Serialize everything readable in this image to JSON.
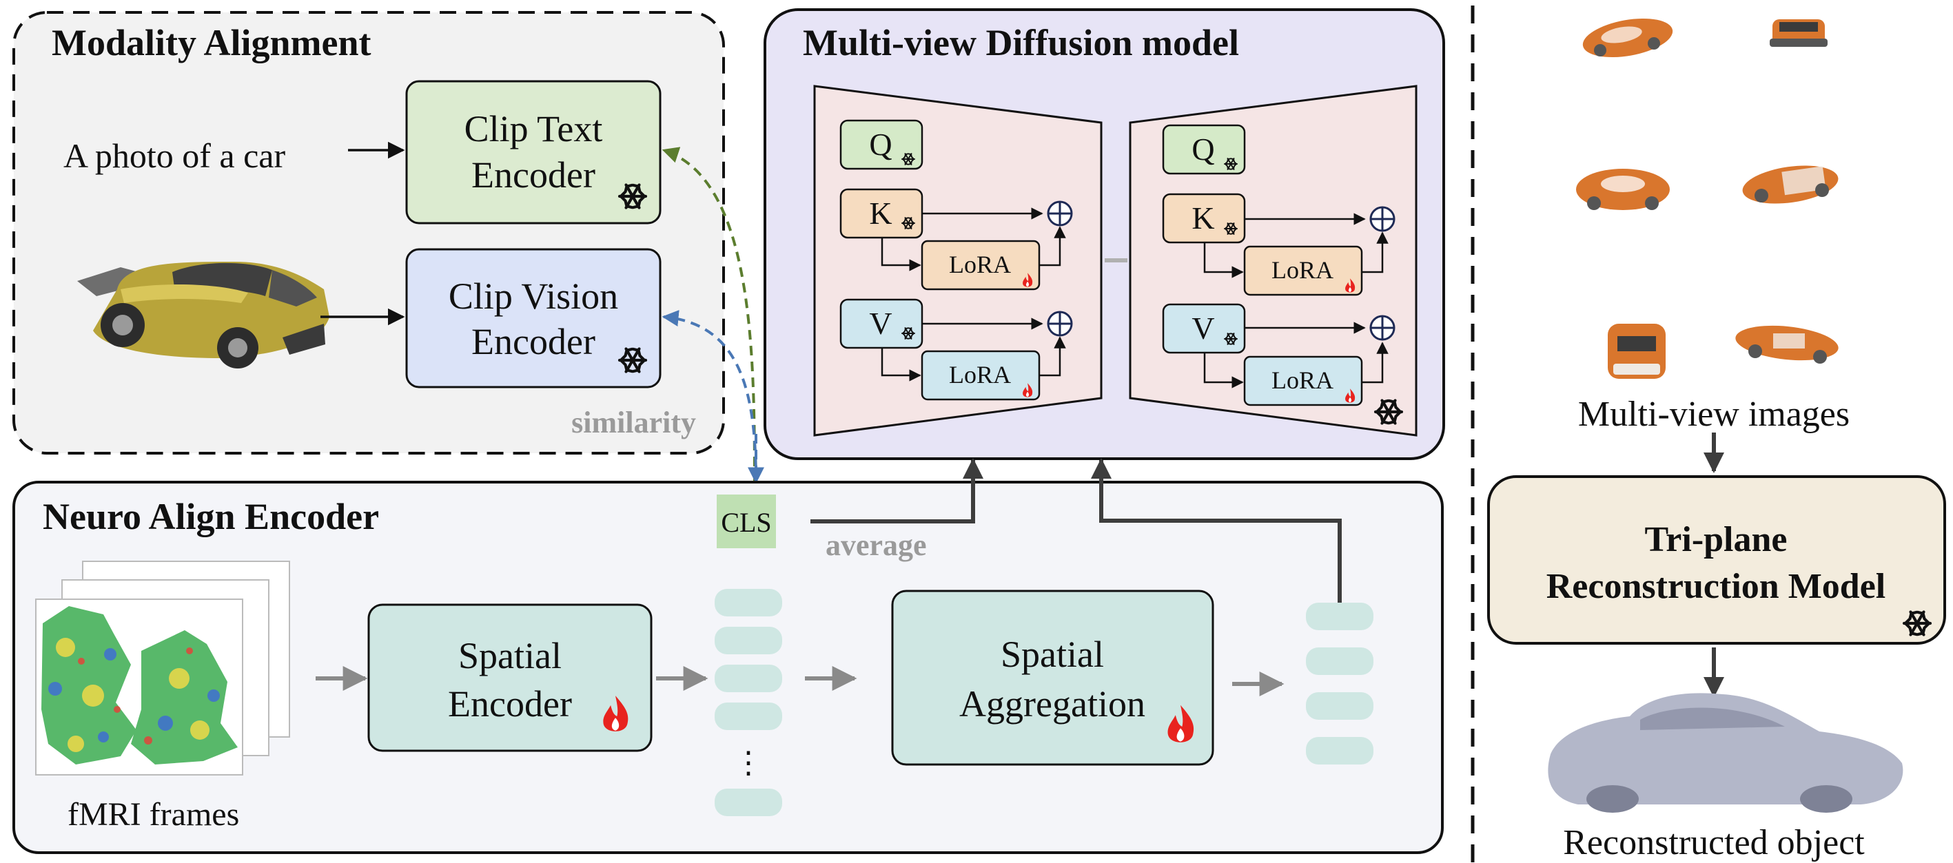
{
  "modality": {
    "title": "Modality Alignment",
    "prompt_text": "A photo of a car",
    "text_encoder": [
      "Clip Text",
      "Encoder"
    ],
    "vision_encoder": [
      "Clip Vision",
      "Encoder"
    ],
    "similarity_label": "similarity"
  },
  "diffusion": {
    "title": "Multi-view Diffusion model",
    "q_label": "Q",
    "k_label": "K",
    "v_label": "V",
    "lora_label": "LoRA"
  },
  "neuro": {
    "title": "Neuro Align Encoder",
    "cls_label": "CLS",
    "average_label": "average",
    "spatial_encoder": [
      "Spatial",
      "Encoder"
    ],
    "spatial_aggregation": [
      "Spatial",
      "Aggregation"
    ],
    "frames_label": "fMRI frames",
    "ellipsis": "⋮"
  },
  "right": {
    "multiview_label": "Multi-view images",
    "triplane_label": [
      "Tri-plane",
      "Reconstruction Model"
    ],
    "reconstructed_label": "Reconstructed object"
  },
  "icons": {
    "frozen": "snowflake-icon",
    "trainable": "flame-icon"
  },
  "colors": {
    "text_encoder_fill": "#dcebd0",
    "vision_encoder_fill": "#dbe3f8",
    "diffusion_bg": "#e7e4f6",
    "unet_fill": "#f5e5e5",
    "q_fill": "#d5eac8",
    "k_fill": "#f6dcc0",
    "v_fill": "#cfe7ef",
    "neuro_bg": "#f4f5f9",
    "teal_fill": "#cfe7e3",
    "triplane_fill": "#f3ecdd",
    "green_dash": "#5b7d2e",
    "blue_dash": "#4a78b5",
    "flame": "#e8231e",
    "car_orange": "#d9762d"
  }
}
